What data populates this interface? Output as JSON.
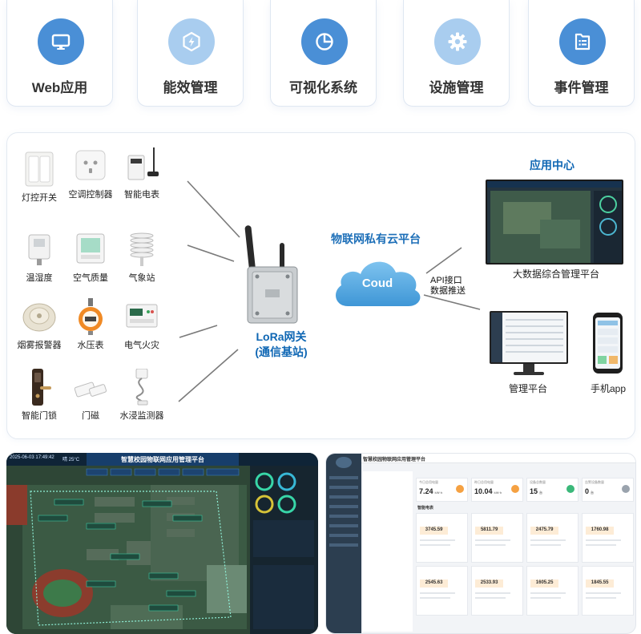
{
  "features": [
    {
      "label": "Web应用",
      "icon": "monitor-icon"
    },
    {
      "label": "能效管理",
      "icon": "energy-icon"
    },
    {
      "label": "可视化系统",
      "icon": "pie-chart-icon"
    },
    {
      "label": "设施管理",
      "icon": "gear-icon"
    },
    {
      "label": "事件管理",
      "icon": "document-icon"
    }
  ],
  "colors": {
    "circle_dark": "#4a8fd6",
    "circle_light": "#a9cdef",
    "accent": "#0f67b4"
  },
  "devices": [
    {
      "name": "灯控开关"
    },
    {
      "name": "空调控制器"
    },
    {
      "name": "智能电表"
    },
    {
      "name": "温湿度"
    },
    {
      "name": "空气质量"
    },
    {
      "name": "气象站"
    },
    {
      "name": "烟雾报警器"
    },
    {
      "name": "水压表"
    },
    {
      "name": "电气火灾"
    },
    {
      "name": "智能门锁"
    },
    {
      "name": "门磁"
    },
    {
      "name": "水浸监测器"
    }
  ],
  "gateway": {
    "line1": "LoRa网关",
    "line2": "(通信基站)"
  },
  "cloud": {
    "title": "物联网私有云平台",
    "label": "Coud"
  },
  "api": {
    "line1": "API接口",
    "line2": "数据推送"
  },
  "app_center": {
    "title": "应用中心",
    "bigdata_label": "大数据综合管理平台",
    "mgmt_label": "管理平台",
    "mobile_label": "手机app"
  },
  "left_screen": {
    "timestamp": "2025-06-03 17:49:42",
    "title": "智慧校园物联网应用管理平台",
    "weather": "晴 25°C"
  },
  "right_screen": {
    "title": "智慧校园物联网应用管理平台",
    "stats": [
      {
        "label": "今日总用电量",
        "value": "7.24",
        "unit": "kW·h"
      },
      {
        "label": "昨日总用电量",
        "value": "10.04",
        "unit": "kW·h"
      },
      {
        "label": "设备总数量",
        "value": "15",
        "unit": "台"
      },
      {
        "label": "告警设备数量",
        "value": "0",
        "unit": "台"
      }
    ],
    "section_title": "智能电表",
    "cards": [
      {
        "value": "3745.59"
      },
      {
        "value": "5811.79"
      },
      {
        "value": "2475.79"
      },
      {
        "value": "1760.98"
      },
      {
        "value": "2545.63"
      },
      {
        "value": "2533.93"
      },
      {
        "value": "1605.25"
      },
      {
        "value": "1845.55"
      }
    ]
  }
}
